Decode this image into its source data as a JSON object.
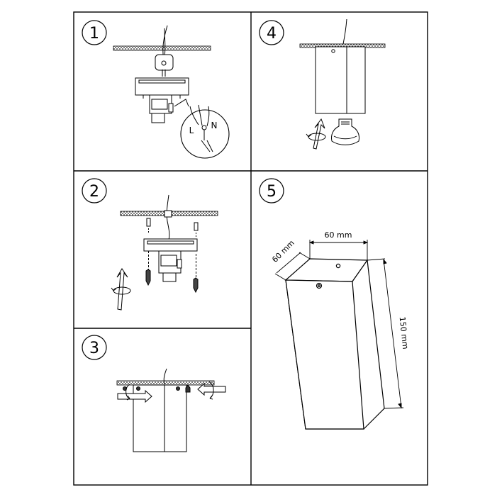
{
  "steps": [
    {
      "number": "1"
    },
    {
      "number": "2"
    },
    {
      "number": "3"
    },
    {
      "number": "4"
    },
    {
      "number": "5"
    }
  ],
  "wiring": {
    "live_label": "L",
    "neutral_label": "N"
  },
  "dimensions": {
    "top_width": "60 mm",
    "top_depth": "60 mm",
    "height": "150 mm"
  }
}
